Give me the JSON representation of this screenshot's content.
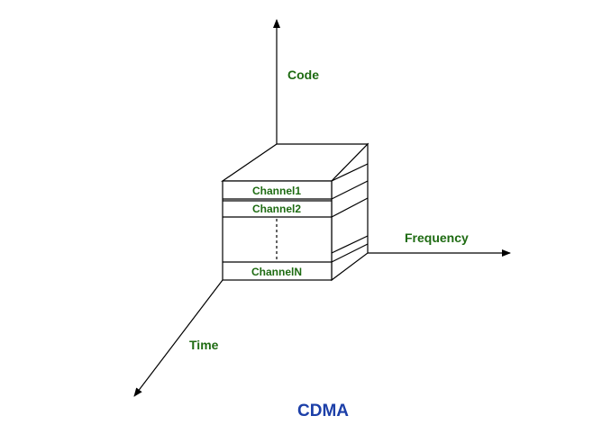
{
  "axes": {
    "code": "Code",
    "frequency": "Frequency",
    "time": "Time"
  },
  "channels": [
    "Channel1",
    "Channel2",
    "ChannelN"
  ],
  "title": "CDMA",
  "colors": {
    "label_green": "#1e6b12",
    "title_blue": "#1c3fa8",
    "line": "#000000"
  }
}
